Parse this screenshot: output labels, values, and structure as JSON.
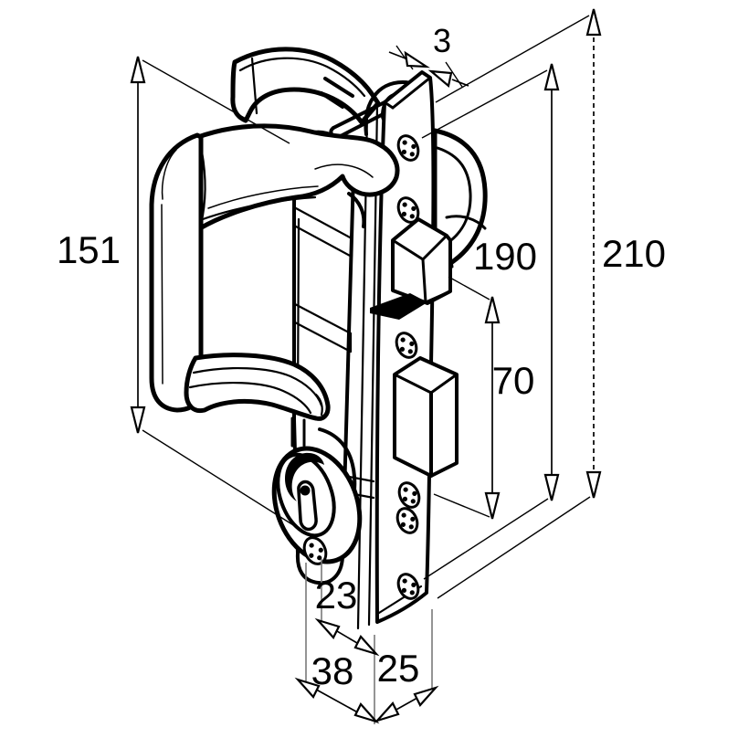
{
  "drawing": {
    "subject": "sliding-door handle set with mortise lock, isometric technical drawing",
    "background_color": "#ffffff",
    "line_color": "#000000",
    "dimensions": {
      "handle_height": "151",
      "faceplate_thickness": "3",
      "lock_case_length": "190",
      "overall_length": "210",
      "bolt_distance": "70",
      "backset": "23",
      "backplate_width": "38",
      "faceplate_width": "25"
    }
  }
}
